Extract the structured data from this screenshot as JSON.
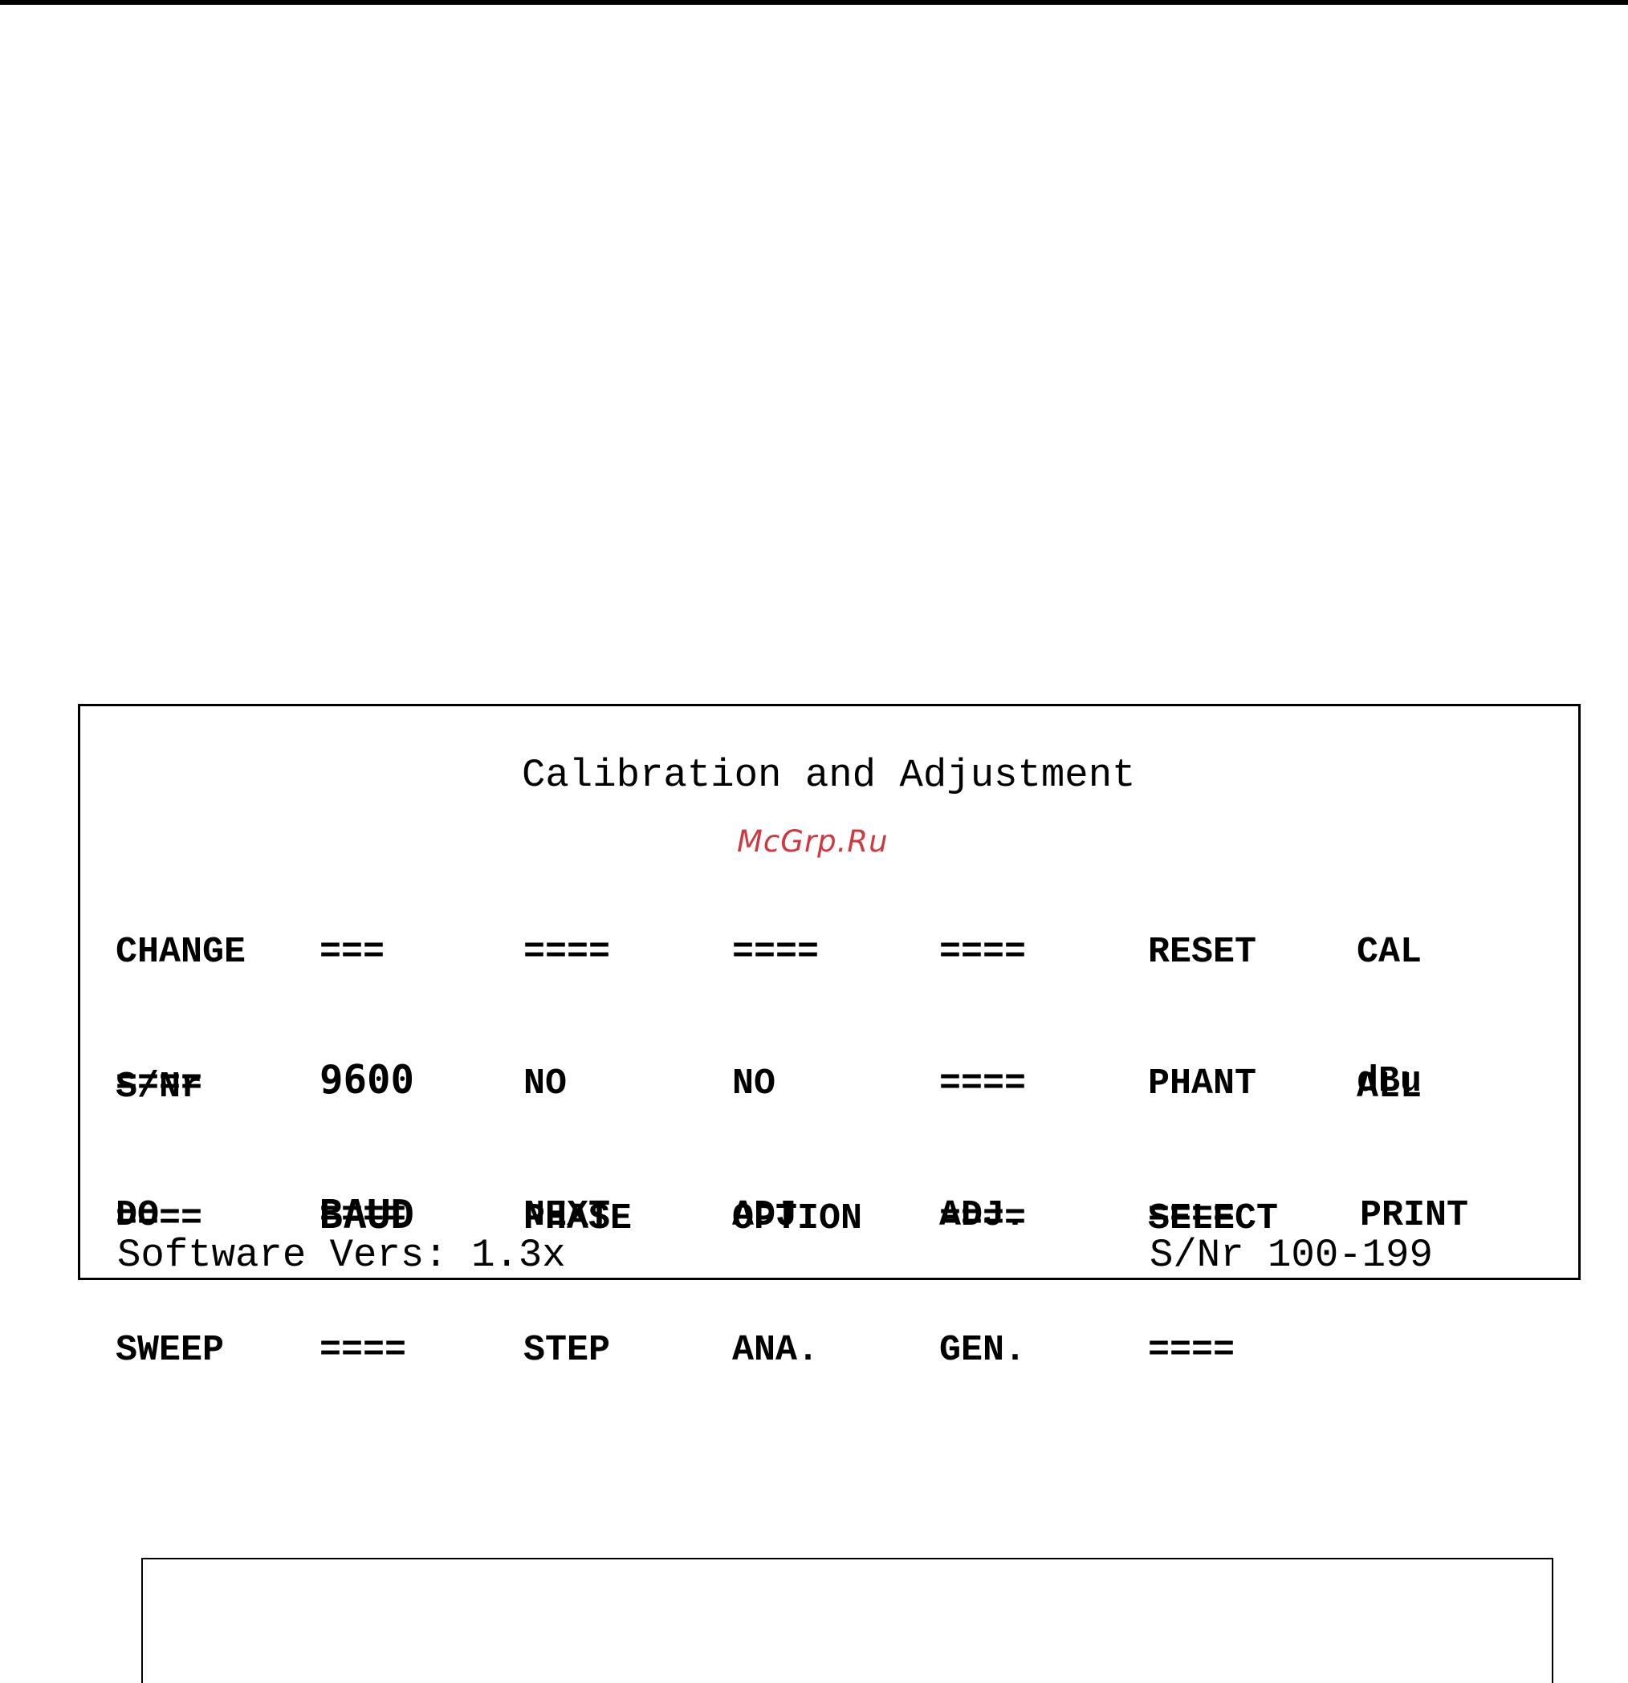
{
  "screen": {
    "title": "Calibration and Adjustment",
    "watermark": "McGrp.Ru",
    "softkeys": [
      {
        "id": "change-sn",
        "line1": "CHANGE",
        "line2": "S/Nr"
      },
      {
        "id": "blank-1",
        "line1": "===",
        "line2": ""
      },
      {
        "id": "blank-2",
        "line1": "====",
        "line2": ""
      },
      {
        "id": "blank-3",
        "line1": "====",
        "line2": ""
      },
      {
        "id": "blank-4",
        "line1": "====",
        "line2": ""
      },
      {
        "id": "reset",
        "line1": "RESET",
        "line2": ""
      },
      {
        "id": "cal-all",
        "line1": "CAL",
        "line2": "ALL"
      },
      {
        "id": "blank-5",
        "line1": "====",
        "line2": "===="
      },
      {
        "id": "baud",
        "line1": "9600",
        "line2": "BAUD"
      },
      {
        "id": "no-phase",
        "line1": "NO",
        "line2": "PHASE"
      },
      {
        "id": "no-option",
        "line1": "NO",
        "line2": "OPTION"
      },
      {
        "id": "blank-6",
        "line1": "====",
        "line2": "===="
      },
      {
        "id": "phant-select",
        "line1": "PHANT",
        "line2": "SELECT"
      },
      {
        "id": "dbu",
        "line1": "dBu",
        "line2": ""
      },
      {
        "id": "do-sweep",
        "line1": "DO",
        "line2": "SWEEP"
      },
      {
        "id": "blank-7",
        "line1": "====",
        "line2": "===="
      },
      {
        "id": "next-step",
        "line1": "NEXT",
        "line2": "STEP"
      },
      {
        "id": "adj-ana",
        "line1": "ADJ.",
        "line2": "ANA."
      },
      {
        "id": "adj-gen",
        "line1": "ADJ.",
        "line2": "GEN."
      },
      {
        "id": "blank-8",
        "line1": "====",
        "line2": "===="
      },
      {
        "id": "print",
        "line1": "PRINT",
        "line2": ""
      }
    ],
    "footer": {
      "software_version": "Software Vers: 1.3x",
      "serial_range": "S/Nr 100-199"
    },
    "watermark_color": "#d0383f"
  }
}
